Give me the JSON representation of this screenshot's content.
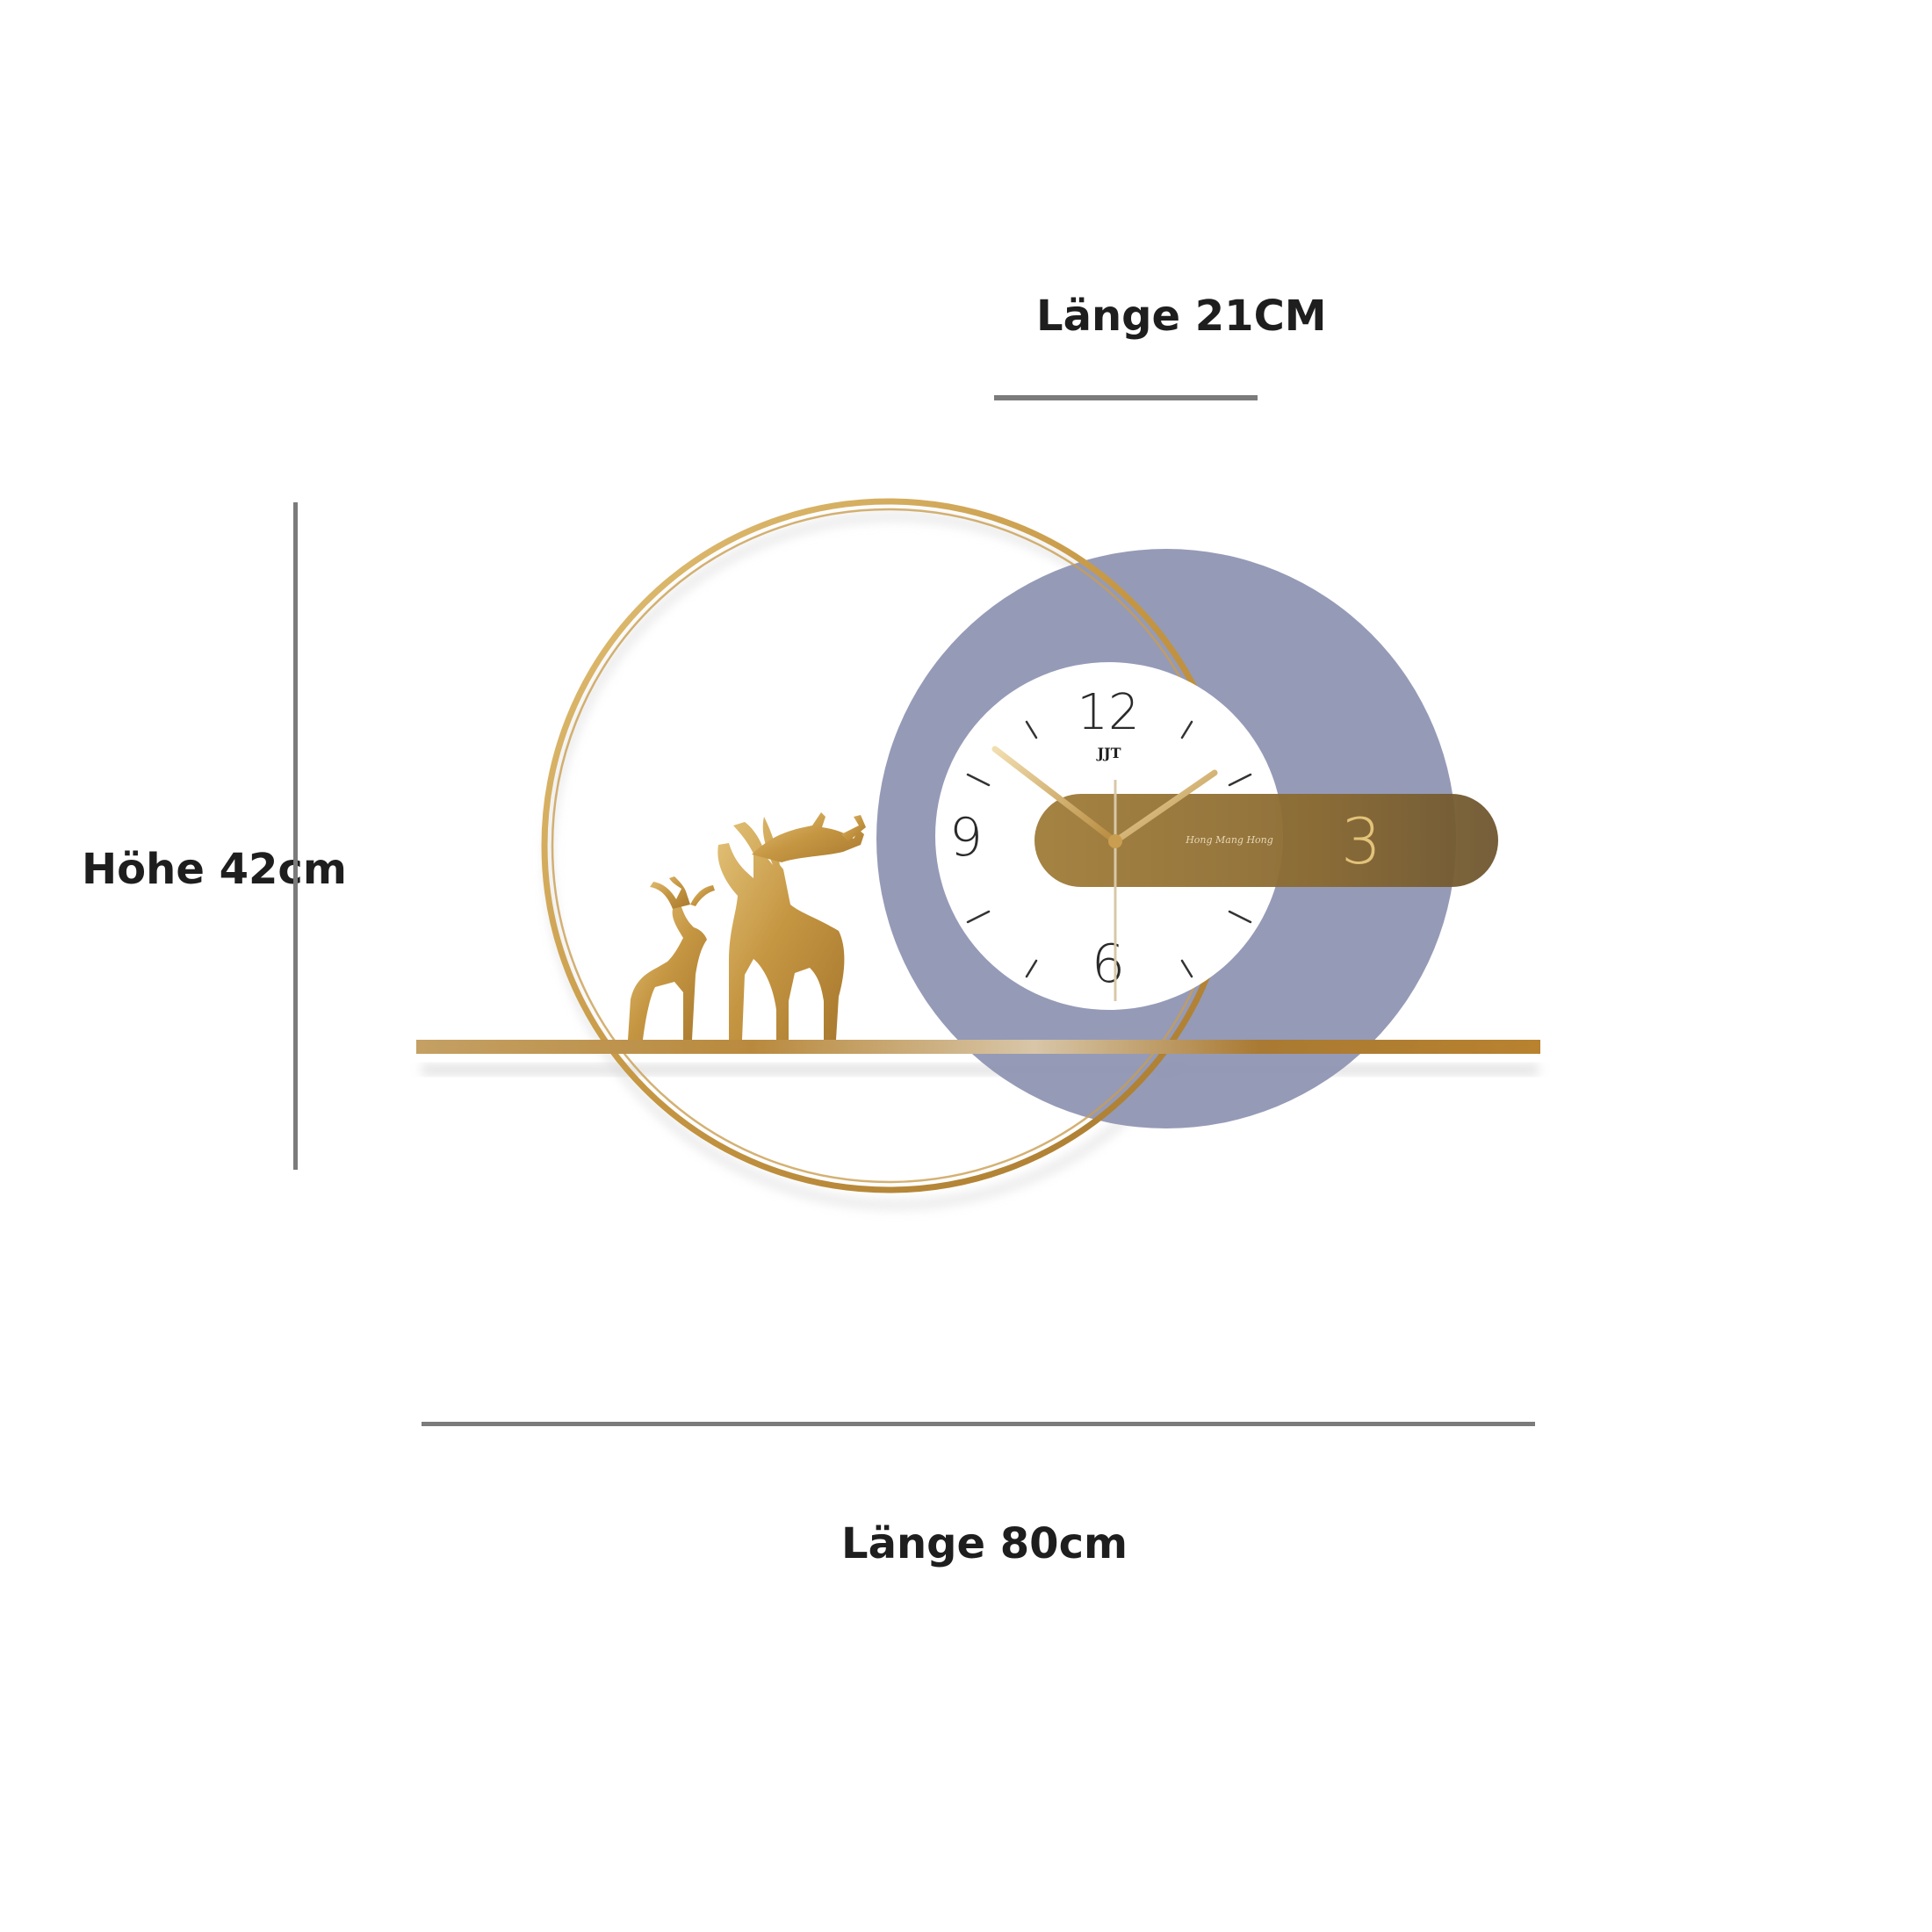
{
  "dimensions": {
    "top_label": "Länge 21CM",
    "left_label": "Höhe 42cm",
    "bottom_label": "Länge 80cm"
  },
  "clock": {
    "numerals": {
      "twelve": "12",
      "nine": "9",
      "six": "6",
      "three": "3"
    },
    "brand": "JJT",
    "band_text": "Hong Mang Hong"
  },
  "colors": {
    "gold": "#c9a04e",
    "gold_dark": "#9b7430",
    "blue_disc": "#8f95b3",
    "band": "#8b6a2c",
    "dim_line": "#7b7b7b",
    "text": "#1e1e1e"
  },
  "icons": {
    "deer_large": "deer-large-icon",
    "deer_small": "deer-small-icon"
  }
}
